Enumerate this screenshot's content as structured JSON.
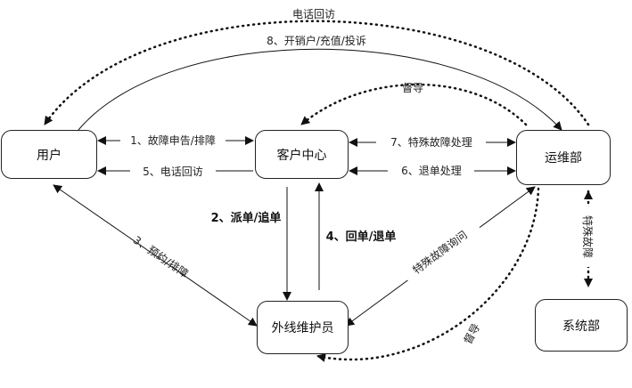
{
  "nodes": {
    "user": "用户",
    "customer_center": "客户中心",
    "ops": "运维部",
    "field_maint": "外线维护员",
    "system": "系统部"
  },
  "edges": {
    "top_phone_visit": "电话回访",
    "top_open_recharge": "8、开销户/充值/投诉",
    "supervise_top": "督导",
    "fault_report": "1、故障申告/排障",
    "phone_visit_5": "5、电话回访",
    "special_fault": "7、特殊故障处理",
    "refund": "6、退单处理",
    "dispatch": "2、派单/追单",
    "reply": "4、回单/退单",
    "appointment": "3、预约/排障",
    "special_query": "特殊故障询问",
    "supervise_bottom": "督导",
    "special_fault_vertical": "特殊故障"
  }
}
